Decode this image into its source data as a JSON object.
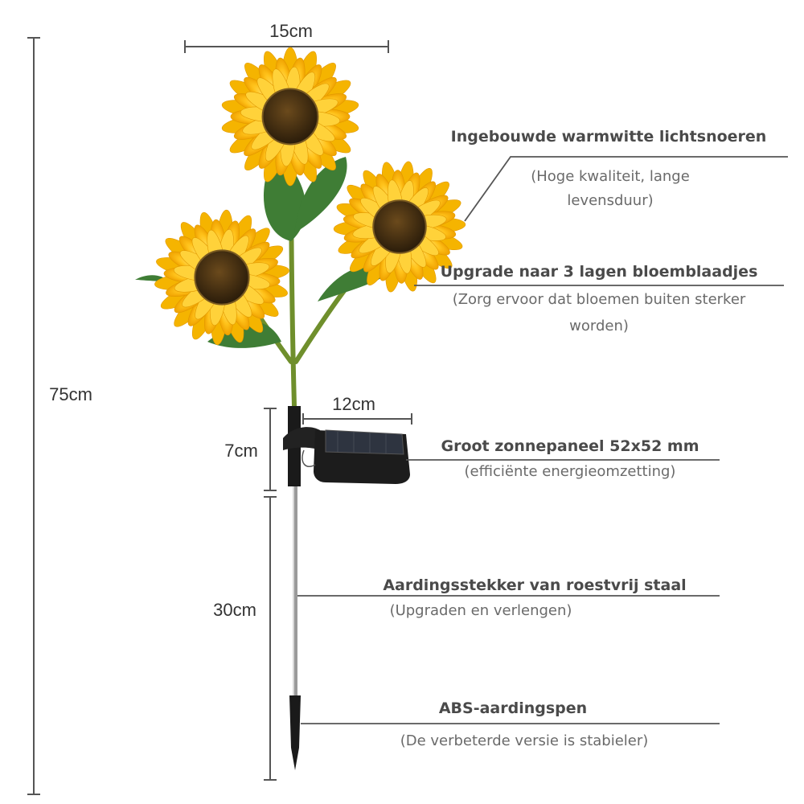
{
  "dimensions": {
    "top_width": "15cm",
    "total_height": "75cm",
    "panel_width": "12cm",
    "panel_height": "7cm",
    "stake_length": "30cm"
  },
  "features": [
    {
      "title": "Ingebouwde warmwitte lichtsnoeren",
      "sub_lines": [
        "(Hoge kwaliteit, lange",
        "levensduur)"
      ]
    },
    {
      "title": "Upgrade naar 3 lagen bloemblaadjes",
      "sub_lines": [
        "(Zorg ervoor dat bloemen buiten sterker",
        "worden)"
      ]
    },
    {
      "title": "Groot zonnepaneel 52x52 mm",
      "sub_lines": [
        "(efficiënte energieomzetting)"
      ]
    },
    {
      "title": "Aardingsstekker van roestvrij staal",
      "sub_lines": [
        "(Upgraden en verlengen)"
      ]
    },
    {
      "title": "ABS-aardingspen",
      "sub_lines": [
        "(De verbeterde versie is stabieler)"
      ]
    }
  ],
  "colors": {
    "petal": "#f5b400",
    "petal_light": "#ffd23a",
    "center": "#3b2a12",
    "leaf": "#3f7d35",
    "stem": "#6f8f2c",
    "line": "#555555"
  }
}
